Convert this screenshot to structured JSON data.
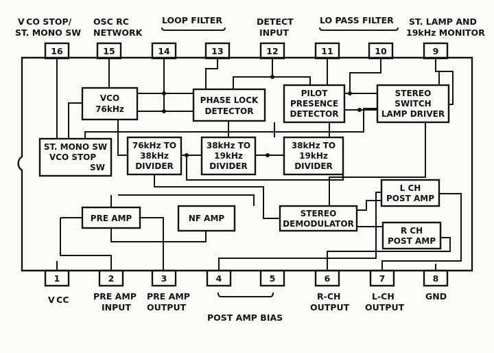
{
  "pins_top": [
    {
      "number": "16",
      "label_lines": [
        "V CO  STOP/",
        "ST. MONO SW"
      ]
    },
    {
      "number": "15",
      "label_lines": [
        "OSC RC",
        "NETWORK"
      ]
    },
    {
      "number": "14",
      "label_lines": []
    },
    {
      "number": "13",
      "label_lines": []
    },
    {
      "number": "12",
      "label_lines": [
        "DETECT",
        "INPUT"
      ]
    },
    {
      "number": "11",
      "label_lines": []
    },
    {
      "number": "10",
      "label_lines": []
    },
    {
      "number": "9",
      "label_lines": [
        "ST. LAMP AND",
        "19kHz MONITOR"
      ]
    }
  ],
  "group_labels": {
    "loop_filter": "LOOP FILTER",
    "lo_pass_filter": "LO PASS FILTER",
    "post_amp_bias": "POST AMP BIAS"
  },
  "pins_bottom": [
    {
      "number": "1",
      "label_lines": [
        "V CC"
      ]
    },
    {
      "number": "2",
      "label_lines": [
        "PRE AMP",
        "INPUT"
      ]
    },
    {
      "number": "3",
      "label_lines": [
        "PRE AMP",
        "OUTPUT"
      ]
    },
    {
      "number": "4",
      "label_lines": []
    },
    {
      "number": "5",
      "label_lines": []
    },
    {
      "number": "6",
      "label_lines": [
        "R-CH",
        "OUTPUT"
      ]
    },
    {
      "number": "7",
      "label_lines": [
        "L-CH",
        "OUTPUT"
      ]
    },
    {
      "number": "8",
      "label_lines": [
        "GND"
      ]
    }
  ],
  "blocks": {
    "vco": [
      "VCO",
      "76kHz"
    ],
    "phase_lock_detector": [
      "PHASE LOCK",
      "DETECTOR"
    ],
    "pilot_presence_detector": [
      "PILOT",
      "PRESENCE",
      "DETECTOR"
    ],
    "stereo_switch_lamp_driver": [
      "STEREO",
      "SWITCH",
      "LAMP DRIVER"
    ],
    "st_mono_sw_vco_stop": [
      "ST. MONO SW",
      "VCO STOP",
      "SW"
    ],
    "divider_76_38": [
      "76kHz TO",
      "38kHz",
      "DIVIDER"
    ],
    "divider_38_19": [
      "38kHz TO",
      "19kHz",
      "DIVIDER"
    ],
    "divider_38_19_b": [
      "38kHz TO",
      "19kHz",
      "DIVIDER"
    ],
    "pre_amp": [
      "PRE AMP"
    ],
    "nf_amp": [
      "NF AMP"
    ],
    "stereo_demodulator": [
      "STEREO",
      "DEMODULATOR"
    ],
    "l_ch_post_amp": [
      "L  CH",
      "POST AMP"
    ],
    "r_ch_post_amp": [
      "R  CH",
      "POST AMP"
    ]
  }
}
